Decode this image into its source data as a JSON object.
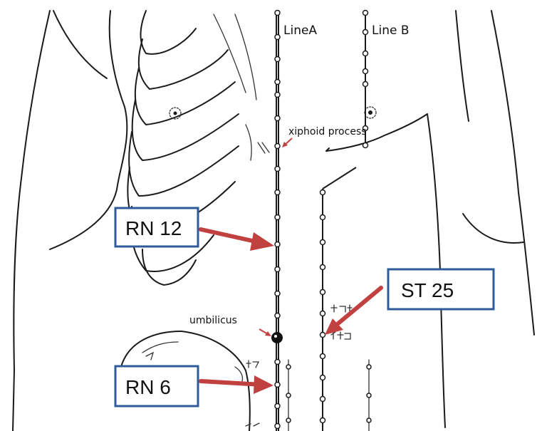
{
  "labels": {
    "line_a": "LineA",
    "line_b": "Line B",
    "xiphoid": "xiphoid process",
    "umbilicus": "umbilicus"
  },
  "boxes": {
    "rn12": "RN 12",
    "st25": "ST 25",
    "rn6": "RN 6"
  },
  "colors": {
    "arrow": "#c0413f",
    "box_border": "#2e5b9a",
    "line": "#1a1a1a"
  }
}
